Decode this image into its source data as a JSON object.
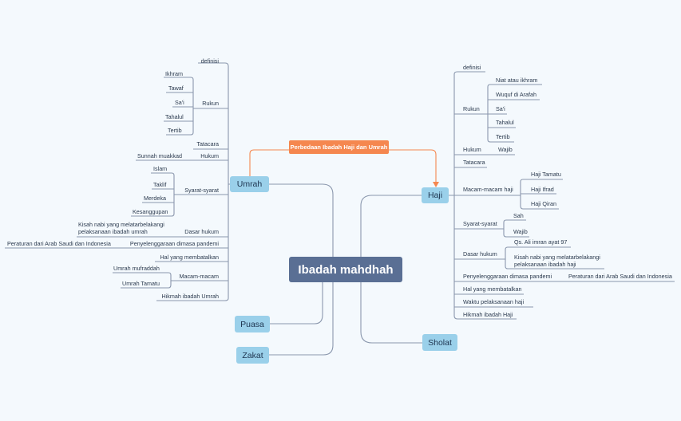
{
  "central": "Ibadah mahdhah",
  "callout": "Perbedaan Ibadah Haji dan Umrah",
  "topics": {
    "umrah": "Umrah",
    "haji": "Haji",
    "puasa": "Puasa",
    "zakat": "Zakat",
    "sholat": "Sholat"
  },
  "umrah": {
    "definisi": "definisi",
    "rukun": "Rukun",
    "rukun_items": [
      "Ikhram",
      "Tawaf",
      "Sa'i",
      "Tahalul",
      "Tertib"
    ],
    "tatacara": "Tatacara",
    "hukum": "Hukum",
    "hukum_items": [
      "Sunnah muakkad"
    ],
    "syarat": "Syarat-syarat",
    "syarat_items": [
      "Islam",
      "Taklif",
      "Merdeka",
      "Kesanggupan"
    ],
    "dasar": "Dasar hukum",
    "dasar_items": [
      "Kisah nabi yang melatarbelakangi pelaksanaan ibadah umrah"
    ],
    "penyelenggaraan": "Penyelenggaraan dimasa pandemi",
    "penyelenggaraan_items": [
      "Peraturan dari Arab Saudi dan Indonesia"
    ],
    "membatalkan": "Hal yang membatalkan",
    "macam": "Macam-macam",
    "macam_items": [
      "Umrah mufraddah",
      "Umrah Tamatu"
    ],
    "hikmah": "Hikmah ibadah Umrah"
  },
  "haji": {
    "definisi": "definisi",
    "rukun": "Rukun",
    "rukun_items": [
      "Niat atau ikhram",
      "Wuquf di Arafah",
      "Sa'i",
      "Tahalul",
      "Tertib"
    ],
    "hukum": "Hukum",
    "hukum_items": [
      "Wajib"
    ],
    "tatacara": "Tatacara",
    "macam": "Macam-macam haji",
    "macam_items": [
      "Haji Tamatu",
      "Haji Ifrad",
      "Haji Qiran"
    ],
    "syarat": "Syarat-syarat",
    "syarat_items": [
      "Sah",
      "Wajib"
    ],
    "dasar": "Dasar hukum",
    "dasar_items": [
      "Qs. Ali imran ayat 97",
      "Kisah nabi yang melatarbelakangi pelaksanaan ibadah haji"
    ],
    "penyelenggaraan": "Penyelenggaraan dimasa pandemi",
    "penyelenggaraan_items": [
      "Peraturan dari Arab Saudi dan Indonesia"
    ],
    "membatalkan": "Hal yang membatalkan",
    "waktu": "Waktu pelaksanaan haji",
    "hikmah": "Hikmah ibadah Haji"
  },
  "colors": {
    "background": "#f4f9fd",
    "central": "#5a6f94",
    "topic": "#9ad0ea",
    "callout": "#f5874f",
    "line": "#8a97ad"
  }
}
